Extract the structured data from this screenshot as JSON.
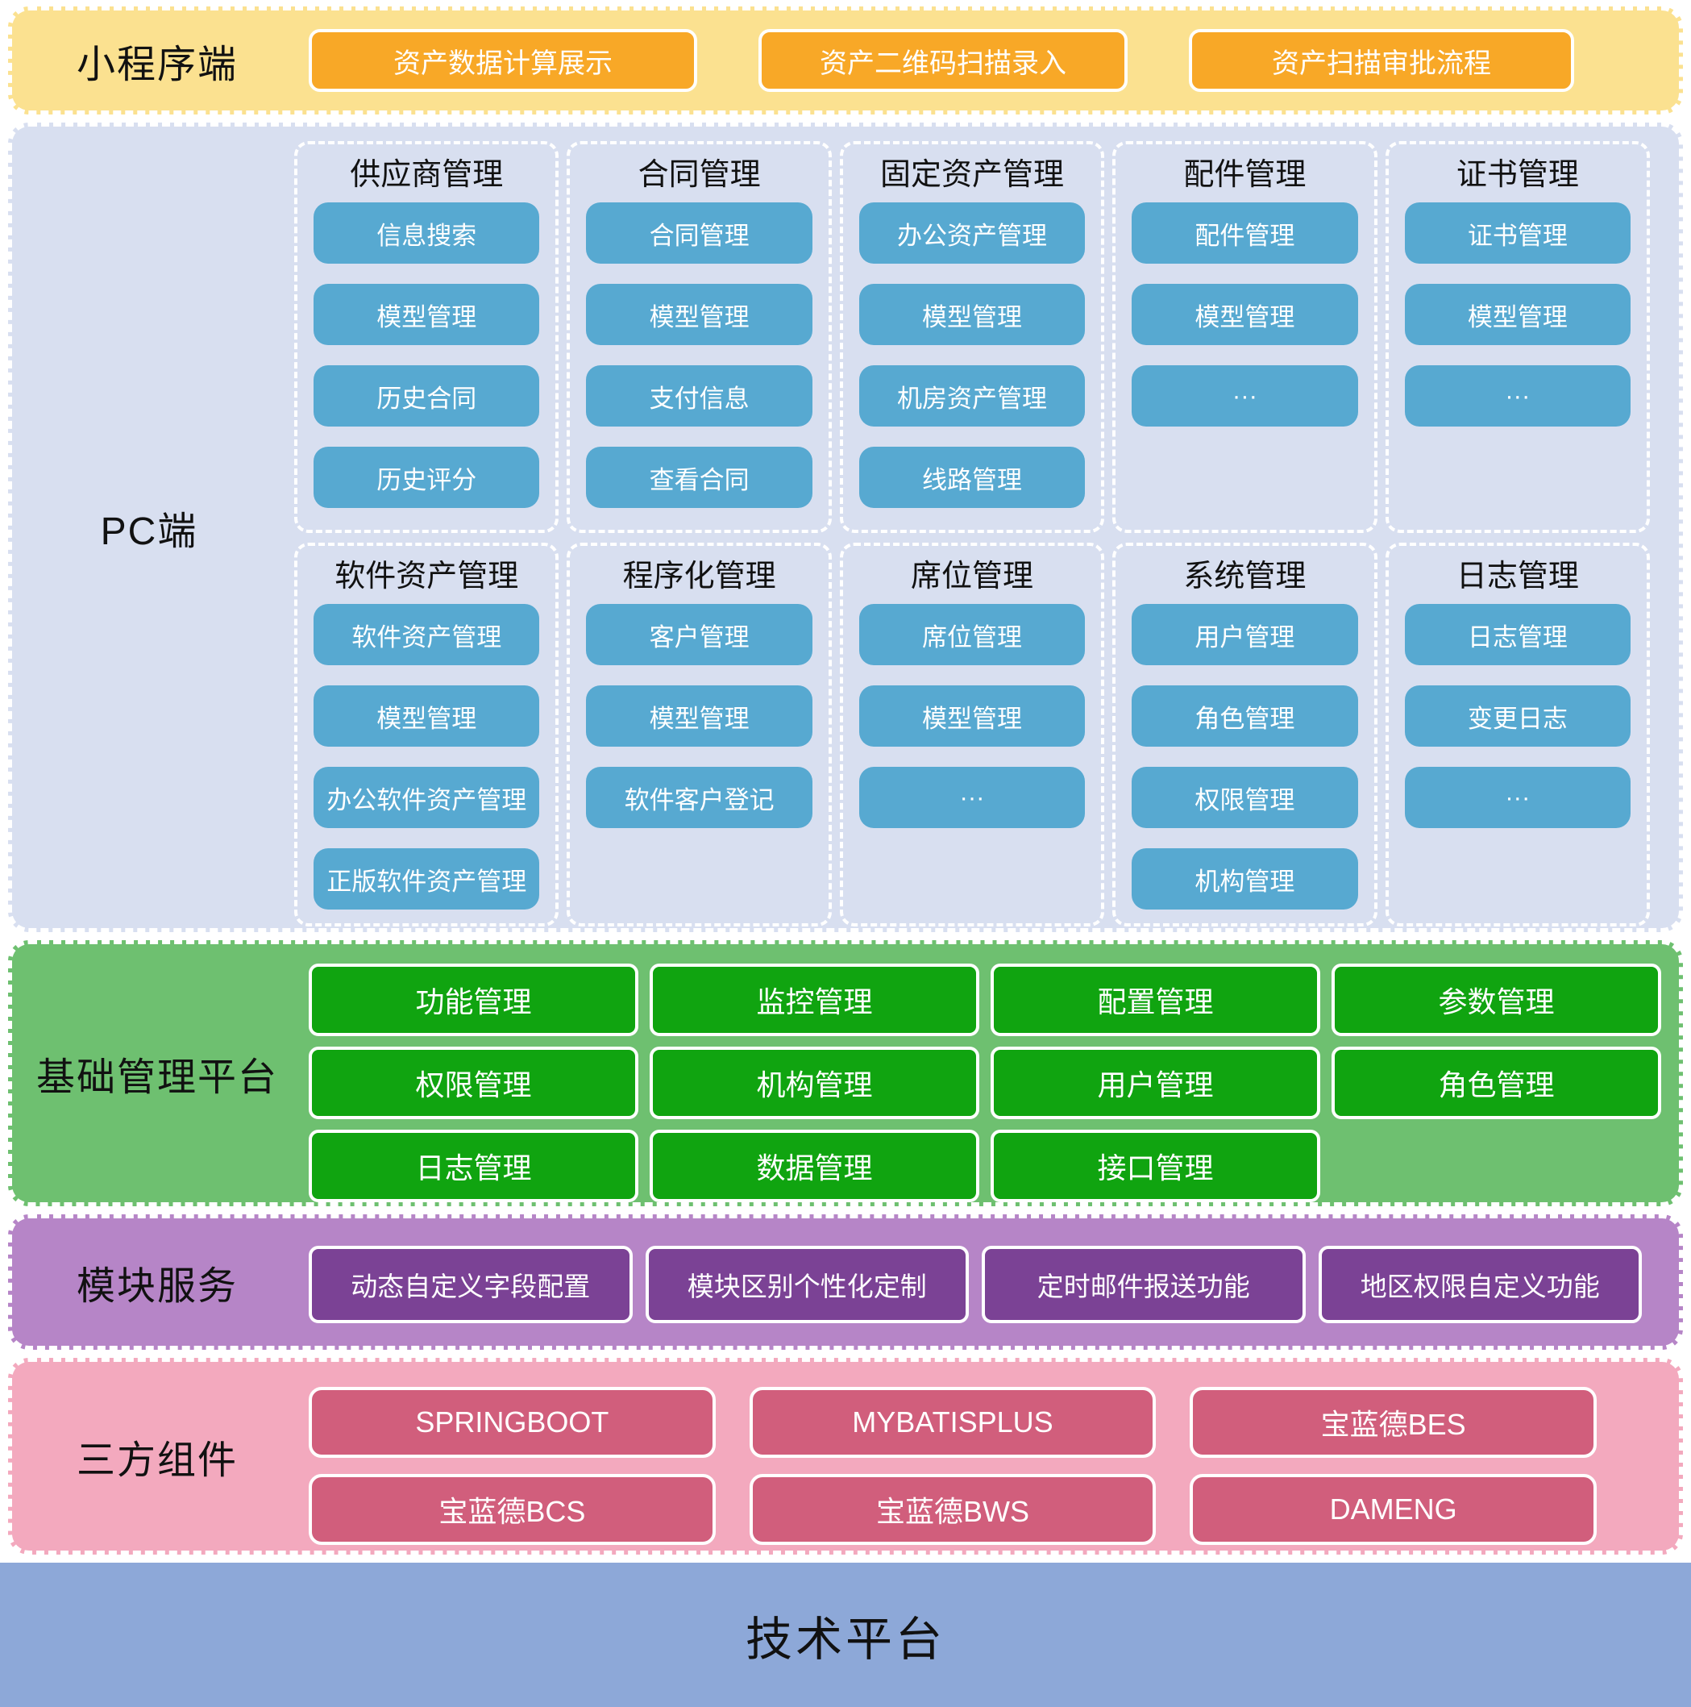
{
  "palette": {
    "mini_bg": "#FBE190",
    "mini_button": "#F8A827",
    "pc_bg": "#D8DFF0",
    "pc_button": "#57A9D1",
    "platform_bg": "#6EC070",
    "platform_button": "#10A410",
    "modules_bg": "#B685C7",
    "modules_button": "#7B4295",
    "third_bg": "#F3A9BE",
    "third_button": "#D15E7C",
    "footer_bg": "#8DA8D8"
  },
  "sections": {
    "mini": {
      "label": "小程序端",
      "buttons": [
        "资产数据计算展示",
        "资产二维码扫描录入",
        "资产扫描审批流程"
      ]
    },
    "pc": {
      "label": "PC端",
      "rows": [
        [
          {
            "title": "供应商管理",
            "items": [
              "信息搜索",
              "模型管理",
              "历史合同",
              "历史评分"
            ]
          },
          {
            "title": "合同管理",
            "items": [
              "合同管理",
              "模型管理",
              "支付信息",
              "查看合同"
            ]
          },
          {
            "title": "固定资产管理",
            "items": [
              "办公资产管理",
              "模型管理",
              "机房资产管理",
              "线路管理"
            ]
          },
          {
            "title": "配件管理",
            "items": [
              "配件管理",
              "模型管理",
              "···"
            ]
          },
          {
            "title": "证书管理",
            "items": [
              "证书管理",
              "模型管理",
              "···"
            ]
          }
        ],
        [
          {
            "title": "软件资产管理",
            "items": [
              "软件资产管理",
              "模型管理",
              "办公软件资产管理",
              "正版软件资产管理"
            ]
          },
          {
            "title": "程序化管理",
            "items": [
              "客户管理",
              "模型管理",
              "软件客户登记"
            ]
          },
          {
            "title": "席位管理",
            "items": [
              "席位管理",
              "模型管理",
              "···"
            ]
          },
          {
            "title": "系统管理",
            "items": [
              "用户管理",
              "角色管理",
              "权限管理",
              "机构管理"
            ]
          },
          {
            "title": "日志管理",
            "items": [
              "日志管理",
              "变更日志",
              "···"
            ]
          }
        ]
      ]
    },
    "platform": {
      "label": "基础管理平台",
      "rows": [
        [
          "功能管理",
          "监控管理",
          "配置管理",
          "参数管理"
        ],
        [
          "权限管理",
          "机构管理",
          "用户管理",
          "角色管理"
        ],
        [
          "日志管理",
          "数据管理",
          "接口管理"
        ]
      ]
    },
    "modules": {
      "label": "模块服务",
      "buttons": [
        "动态自定义字段配置",
        "模块区别个性化定制",
        "定时邮件报送功能",
        "地区权限自定义功能"
      ]
    },
    "third": {
      "label": "三方组件",
      "rows": [
        [
          "SPRINGBOOT",
          "MYBATISPLUS",
          "宝蓝德BES"
        ],
        [
          "宝蓝德BCS",
          "宝蓝德BWS",
          "DAMENG"
        ]
      ]
    },
    "footer": {
      "label": "技术平台"
    }
  }
}
